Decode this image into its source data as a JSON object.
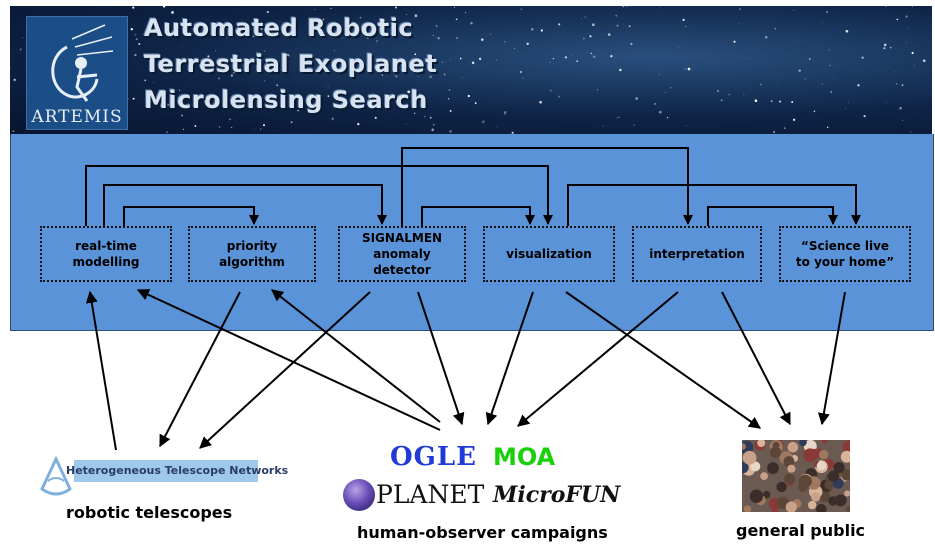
{
  "header": {
    "title_lines": [
      "Automated Robotic",
      "Terrestrial Exoplanet",
      "Microlensing Search"
    ],
    "logo_text": "ARTEMIS"
  },
  "boxes": [
    {
      "id": "modelling",
      "label": "real-time\nmodelling"
    },
    {
      "id": "priority",
      "label": "priority\nalgorithm"
    },
    {
      "id": "signalmen",
      "label": "SIGNALMEN\nanomaly\ndetector"
    },
    {
      "id": "visualization",
      "label": "visualization"
    },
    {
      "id": "interpretation",
      "label": "interpretation"
    },
    {
      "id": "science",
      "label": "“Science live\nto your home”"
    }
  ],
  "parties": {
    "telescopes": {
      "logo_text": "Heterogeneous Telescope Networks",
      "caption": "robotic telescopes"
    },
    "campaigns": {
      "logos": [
        "OGLE",
        "MOA",
        "PLANET",
        "MicroFUN"
      ],
      "caption": "human-observer campaigns"
    },
    "public": {
      "caption": "general public"
    }
  },
  "colors": {
    "panel": "#5b93d8",
    "banner": "#0e2446",
    "ogle": "#1f3ad6",
    "moa": "#19d10a"
  }
}
